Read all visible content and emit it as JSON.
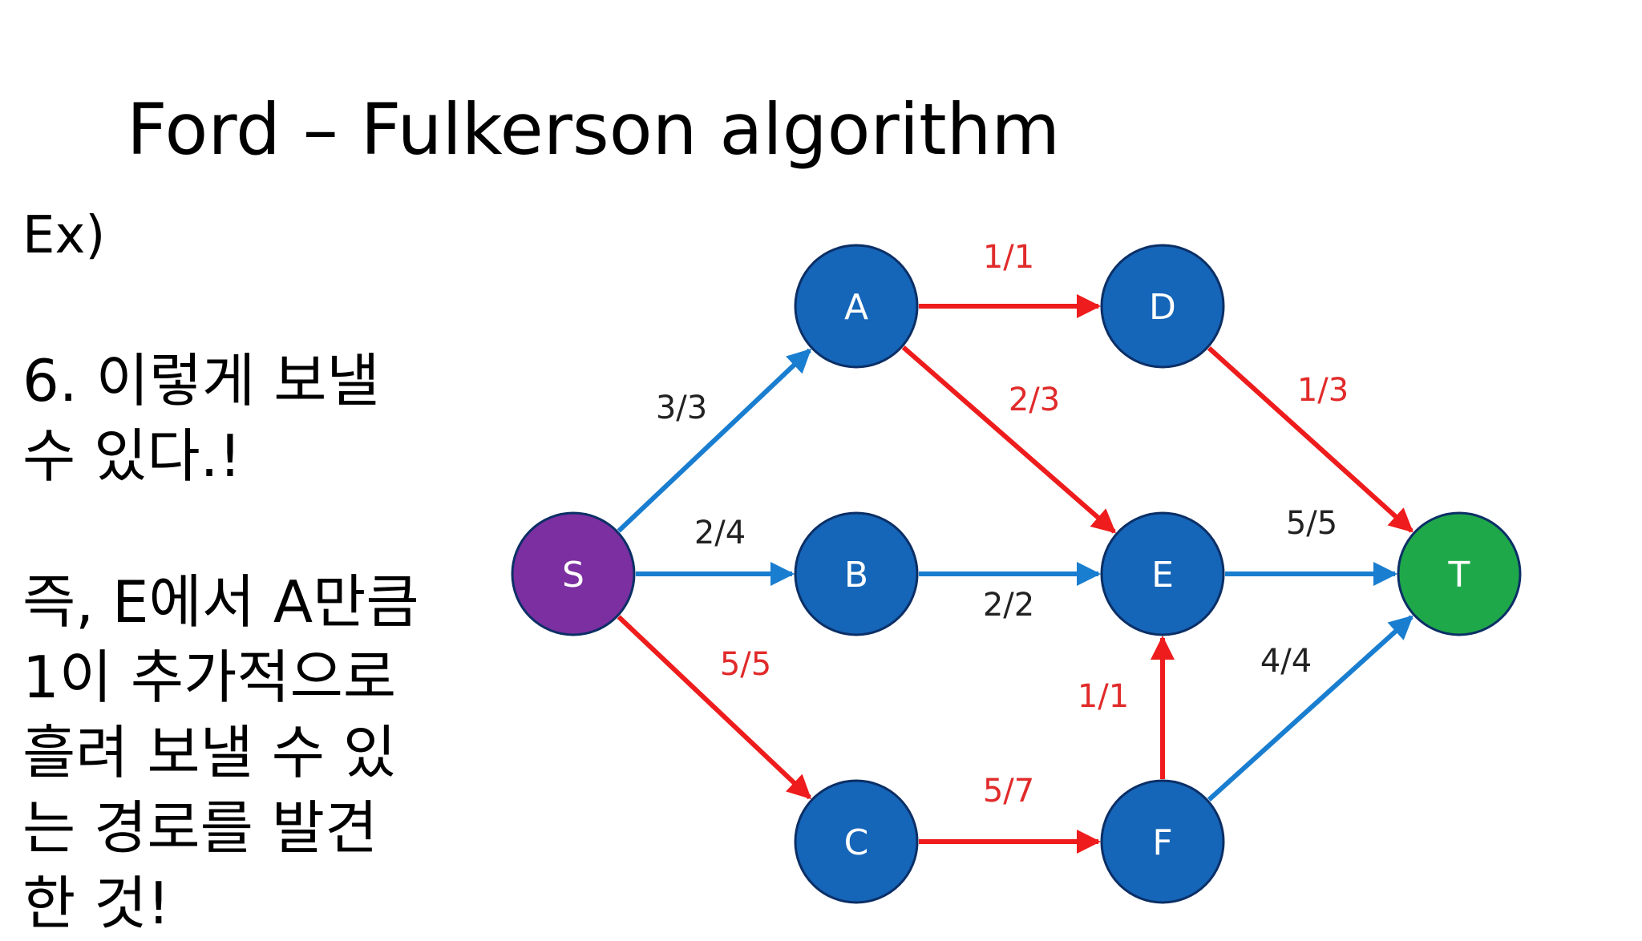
{
  "slide": {
    "title": "Ford – Fulkerson algorithm",
    "ex_label": "Ex)",
    "step_lines": [
      "6. 이렇게 보낼",
      "수 있다.!"
    ],
    "explanation_lines": [
      "즉, E에서 A만큼",
      "1이 추가적으로",
      "흘려 보낼 수 있",
      "는 경로를 발견",
      "한 것!"
    ]
  },
  "colors": {
    "node_blue": "#1565b8",
    "node_source": "#7b2fa0",
    "node_sink": "#1fa84a",
    "edge_blue": "#1a7ed0",
    "edge_red": "#ee1c1c",
    "label_dark": "#222222",
    "label_red": "#e12a2a"
  },
  "graph": {
    "nodes": [
      {
        "id": "S",
        "label": "S",
        "role": "source"
      },
      {
        "id": "A",
        "label": "A",
        "role": "normal"
      },
      {
        "id": "B",
        "label": "B",
        "role": "normal"
      },
      {
        "id": "C",
        "label": "C",
        "role": "normal"
      },
      {
        "id": "D",
        "label": "D",
        "role": "normal"
      },
      {
        "id": "E",
        "label": "E",
        "role": "normal"
      },
      {
        "id": "F",
        "label": "F",
        "role": "normal"
      },
      {
        "id": "T",
        "label": "T",
        "role": "sink"
      }
    ],
    "edges": [
      {
        "from": "S",
        "to": "A",
        "flow": "3/3",
        "highlight": false
      },
      {
        "from": "S",
        "to": "B",
        "flow": "2/4",
        "highlight": false
      },
      {
        "from": "S",
        "to": "C",
        "flow": "5/5",
        "highlight": true
      },
      {
        "from": "A",
        "to": "D",
        "flow": "1/1",
        "highlight": true
      },
      {
        "from": "A",
        "to": "E",
        "flow": "2/3",
        "highlight": true
      },
      {
        "from": "B",
        "to": "E",
        "flow": "2/2",
        "highlight": false
      },
      {
        "from": "C",
        "to": "F",
        "flow": "5/7",
        "highlight": true
      },
      {
        "from": "D",
        "to": "T",
        "flow": "1/3",
        "highlight": true
      },
      {
        "from": "E",
        "to": "T",
        "flow": "5/5",
        "highlight": false
      },
      {
        "from": "F",
        "to": "E",
        "flow": "1/1",
        "highlight": true
      },
      {
        "from": "F",
        "to": "T",
        "flow": "4/4",
        "highlight": false
      }
    ]
  }
}
